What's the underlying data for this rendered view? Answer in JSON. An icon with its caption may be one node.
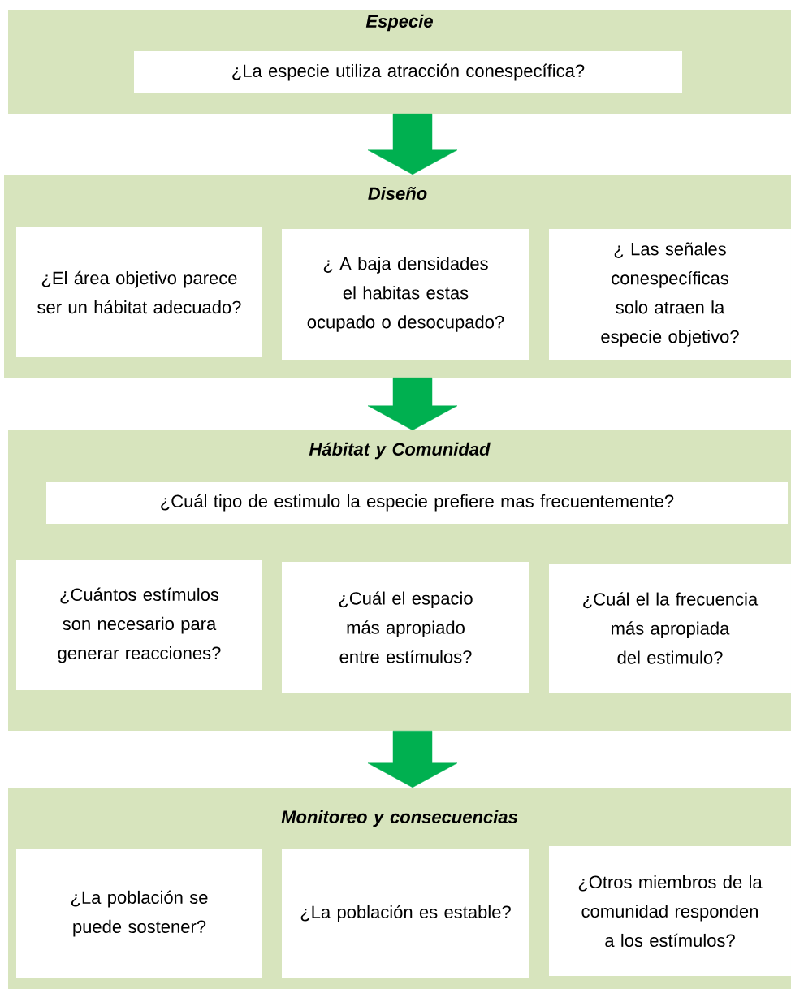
{
  "diagram": {
    "nodes": [
      {
        "text": [
          "Especie"
        ]
      },
      {
        "text": [
          "¿La especie utiliza atracción conespecífica?"
        ],
        "in": 0
      },
      {
        "text": [
          "Diseño"
        ]
      },
      {
        "text": [
          "¿El área objetivo parece ser un hábitat adecuado?"
        ],
        "in": 2
      },
      {
        "text": [
          "¿ A baja densidades el habitas estas ocupado o desocupado?"
        ],
        "in": 2
      },
      {
        "text": [
          "¿ Las señales conespecíficas solo atraen la especie objetivo?"
        ],
        "in": 2
      },
      {
        "text": [
          "Hábitat y Comunidad"
        ]
      },
      {
        "text": [
          "¿Cuál tipo de estimulo la especie prefiere mas frecuentemente?"
        ],
        "in": 6
      },
      {
        "text": [
          "¿Cuántos estímulos son necesario para generar reacciones?"
        ],
        "in": 6
      },
      {
        "text": [
          "¿Cuál el espacio más apropiado entre estímulos?"
        ],
        "in": 6
      },
      {
        "text": [
          "¿Cuál el la frecuencia más apropiada del estimulo?"
        ],
        "in": 6
      },
      {
        "text": [
          "Monitoreo y consecuencias"
        ]
      },
      {
        "text": [
          "¿La población se puede sostener?"
        ],
        "in": 11
      },
      {
        "text": [
          "¿La población es estable?"
        ],
        "in": 11
      },
      {
        "text": [
          "¿Otros miembros de la comunidad responden a los estímulos?"
        ],
        "in": 11
      }
    ],
    "edges": [
      {
        "from": 0,
        "to": 2,
        "arrow": "to"
      },
      {
        "from": 2,
        "to": 6,
        "arrow": "to"
      },
      {
        "from": 6,
        "to": 11,
        "arrow": "to"
      }
    ]
  }
}
